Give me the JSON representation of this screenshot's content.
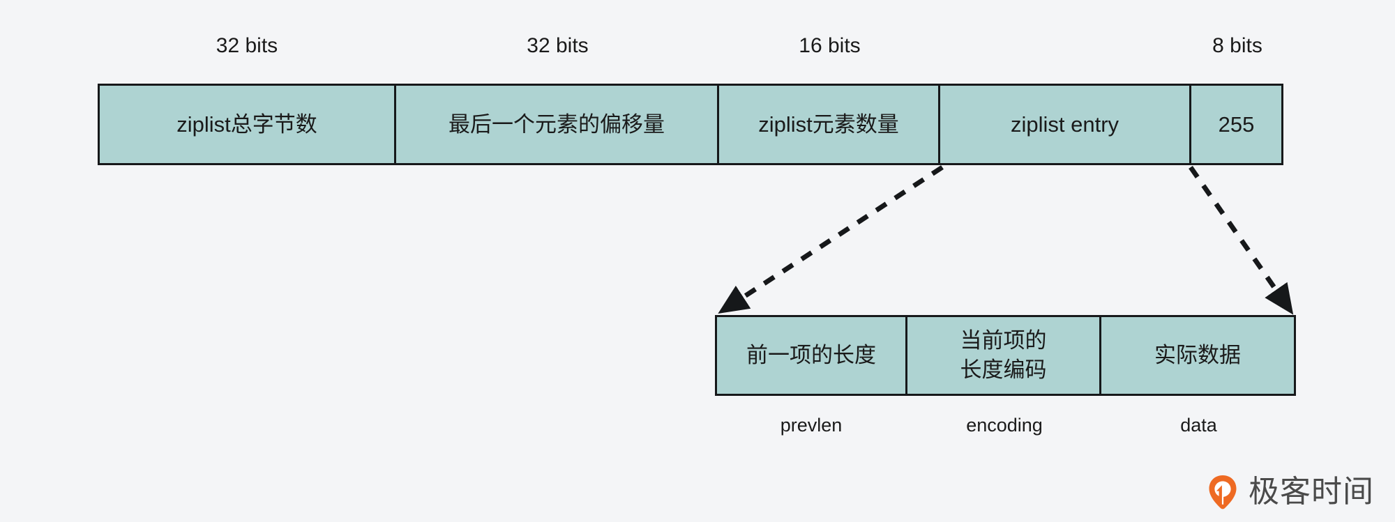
{
  "background_color": "#f4f5f7",
  "box_fill_color": "#aed3d2",
  "box_border_color": "#16181a",
  "header": {
    "bit_labels": [
      {
        "text": "32 bits"
      },
      {
        "text": "32 bits"
      },
      {
        "text": "16 bits"
      },
      {
        "text": "8 bits"
      }
    ]
  },
  "ziplist_header_row": {
    "cells": [
      {
        "label": "ziplist总字节数",
        "bits": "32 bits"
      },
      {
        "label": "最后一个元素的偏移量",
        "bits": "32 bits"
      },
      {
        "label": "ziplist元素数量",
        "bits": "16 bits"
      },
      {
        "label": "ziplist entry",
        "bits": ""
      },
      {
        "label": "255",
        "bits": "8 bits"
      }
    ]
  },
  "entry_detail_row": {
    "cells": [
      {
        "label": "前一项的长度",
        "sublabel": "prevlen"
      },
      {
        "label": "当前项的\n长度编码",
        "sublabel": "encoding"
      },
      {
        "label": "实际数据",
        "sublabel": "data"
      }
    ]
  },
  "connectors": [
    {
      "name": "entry-left-connector",
      "style": "dashed-arrow"
    },
    {
      "name": "entry-right-connector",
      "style": "dashed-arrow"
    }
  ],
  "branding": {
    "wordmark": "极客时间",
    "mark_color": "#ee6a23",
    "wordmark_color": "#4a4a4a"
  }
}
